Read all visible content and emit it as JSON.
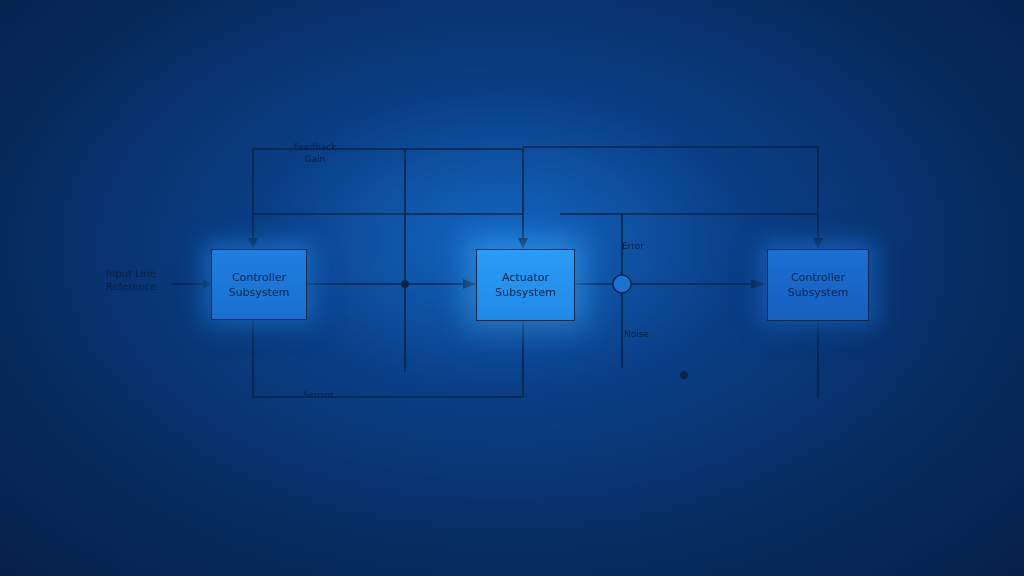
{
  "diagram": {
    "input_label": [
      "Input Line",
      "Reference"
    ],
    "top_label": [
      "Feedback",
      "Gain"
    ],
    "bottom_label": "Sensor",
    "right_top_label": "Error",
    "right_bottom_label": "Noise",
    "blocks": [
      {
        "line1": "Controller",
        "line2": "Subsystem"
      },
      {
        "line1": "Actuator",
        "line2": "Subsystem"
      },
      {
        "line1": "Controller",
        "line2": "Subsystem"
      }
    ]
  },
  "colors": {
    "background": "#0b3f86",
    "wire": "#0a2447",
    "block_glow": "#2a9cf5"
  },
  "icons": [
    "summing-junction-icon",
    "arrow-head-icon",
    "node-dot-icon"
  ]
}
